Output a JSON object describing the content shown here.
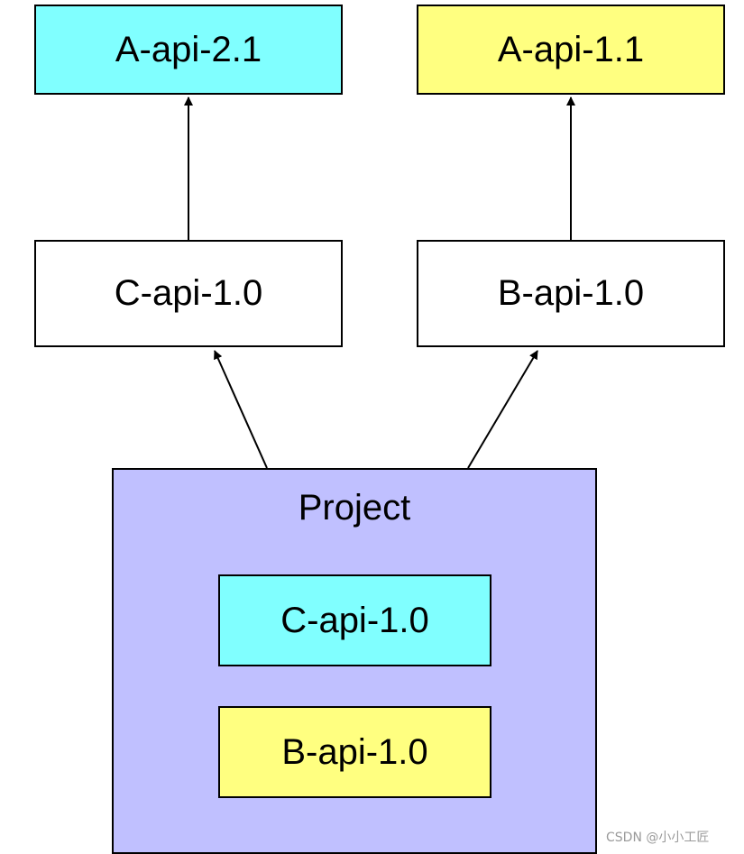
{
  "colors": {
    "cyan": "#80ffff",
    "yellow": "#ffff80",
    "white": "#ffffff",
    "lavender": "#c0c0ff",
    "border": "#000000"
  },
  "nodes": {
    "a_api_2_1": {
      "label": "A-api-2.1",
      "color": "#80ffff"
    },
    "a_api_1_1": {
      "label": "A-api-1.1",
      "color": "#ffff80"
    },
    "c_api_1_0": {
      "label": "C-api-1.0",
      "color": "#ffffff"
    },
    "b_api_1_0": {
      "label": "B-api-1.0",
      "color": "#ffffff"
    },
    "project": {
      "label": "Project",
      "color": "#c0c0ff",
      "children": [
        {
          "label": "C-api-1.0",
          "color": "#80ffff"
        },
        {
          "label": "B-api-1.0",
          "color": "#ffff80"
        }
      ]
    }
  },
  "edges": [
    {
      "from": "c_api_1_0",
      "to": "a_api_2_1"
    },
    {
      "from": "b_api_1_0",
      "to": "a_api_1_1"
    },
    {
      "from": "project",
      "to": "c_api_1_0"
    },
    {
      "from": "project",
      "to": "b_api_1_0"
    }
  ],
  "watermark": "CSDN @小小工匠"
}
